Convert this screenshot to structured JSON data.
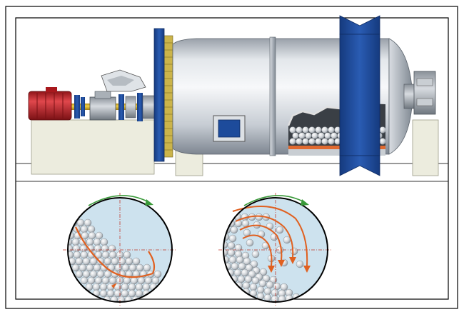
{
  "figure": {
    "upper_section": "ball-mill-side-view",
    "lower_section": "ball-charge-cross-sections",
    "motion_modes": [
      "cascading",
      "cataracting"
    ],
    "icons": [
      "rotation-arrow-icon",
      "ball-trajectory-arrow-icon"
    ]
  },
  "colors": {
    "frame": "#000000",
    "shell_light": "#eceff2",
    "shell_dark": "#8e96a0",
    "flange_blue": "#1d4b9b",
    "foundation": "#ececde",
    "motor_red": "#c1272d",
    "gear_yellow": "#e8c020",
    "drum_interior": "#cde2ee",
    "trajectory_orange": "#e06020",
    "rotation_green": "#3a9a3a"
  }
}
